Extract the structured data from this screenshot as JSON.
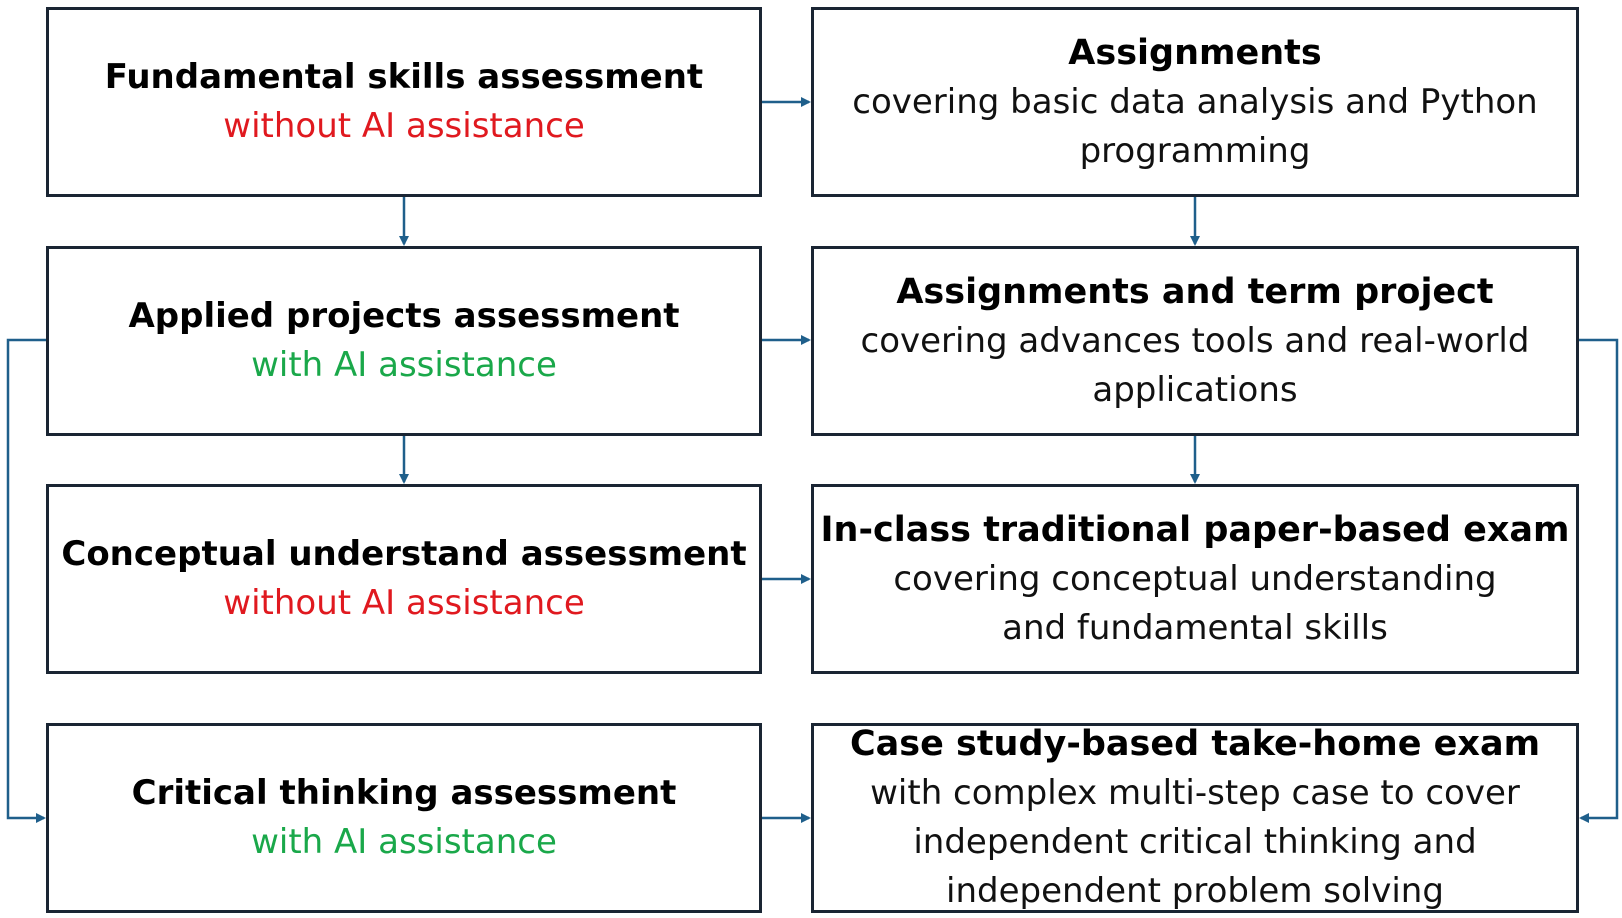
{
  "left_column": [
    {
      "title": "Fundamental skills assessment",
      "subtitle": "without AI assistance",
      "subtitle_color": "#e0191f"
    },
    {
      "title": "Applied projects assessment",
      "subtitle": "with AI assistance",
      "subtitle_color": "#1aa84a"
    },
    {
      "title": "Conceptual understand assessment",
      "subtitle": "without AI assistance",
      "subtitle_color": "#e0191f"
    },
    {
      "title": "Critical thinking assessment",
      "subtitle": "with AI assistance",
      "subtitle_color": "#1aa84a"
    }
  ],
  "right_column": [
    {
      "title": "Assignments",
      "lines": [
        "covering basic data analysis and Python",
        "programming"
      ]
    },
    {
      "title": "Assignments and term project",
      "lines": [
        "covering advances tools and real-world",
        "applications"
      ]
    },
    {
      "title": "In-class traditional paper-based exam",
      "lines": [
        "covering conceptual understanding",
        "and fundamental skills"
      ]
    },
    {
      "title": "Case study-based take-home exam",
      "lines": [
        "with complex multi-step case to cover",
        "independent critical thinking and",
        "independent problem solving"
      ]
    }
  ],
  "colors": {
    "arrow": "#1f5f8b",
    "box_border": "#1a2533",
    "without_ai": "#e0191f",
    "with_ai": "#1aa84a"
  }
}
